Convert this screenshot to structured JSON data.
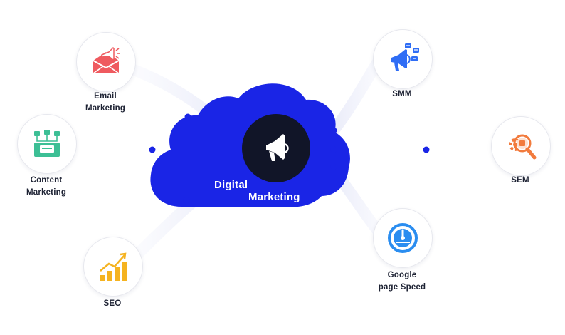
{
  "center": {
    "title_line1": "Digital",
    "title_line2": "Marketing",
    "icon": "megaphone-icon",
    "cloud_color": "#1a25e6",
    "hub_color": "#111528"
  },
  "nodes": {
    "email": {
      "line1": "Email",
      "line2": "Marketing",
      "icon": "email-megaphone-icon",
      "color": "#ef5a5f"
    },
    "content": {
      "line1": "Content",
      "line2": "Marketing",
      "icon": "content-blocks-icon",
      "color": "#3cbf95"
    },
    "seo": {
      "line1": "SEO",
      "icon": "growth-chart-icon",
      "color": "#f5b320"
    },
    "smm": {
      "line1": "SMM",
      "icon": "social-megaphone-icon",
      "color": "#2f6df5"
    },
    "sem": {
      "line1": "SEM",
      "icon": "search-gear-icon",
      "color": "#f27b3d"
    },
    "pagespeed": {
      "line1": "Google",
      "line2": "page Speed",
      "icon": "speedometer-icon",
      "color": "#2a8df0"
    }
  }
}
